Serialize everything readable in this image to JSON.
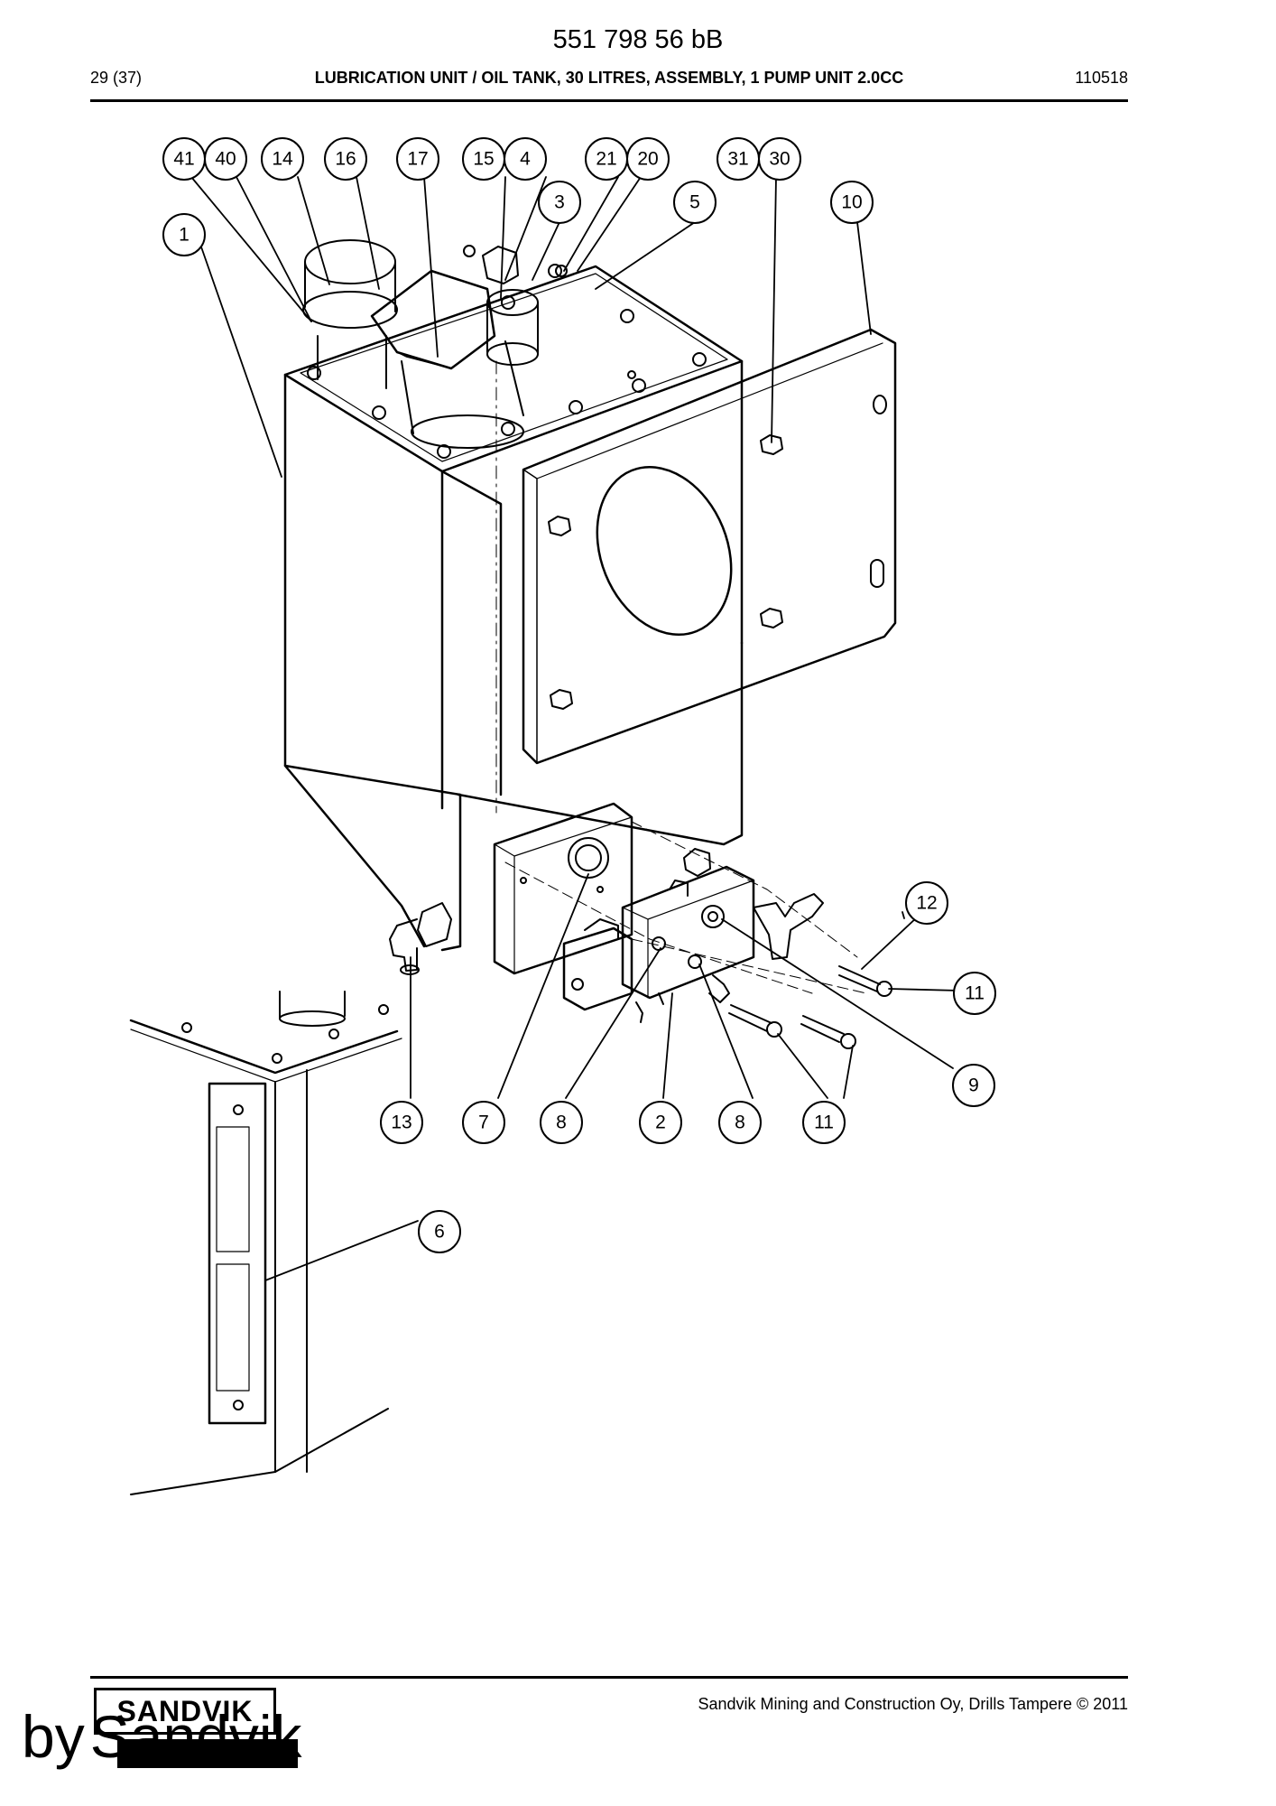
{
  "header": {
    "doc_number": "551 798 56 bB",
    "page": "29 (37)",
    "title": "LUBRICATION UNIT / OIL TANK, 30 LITRES, ASSEMBLY, 1 PUMP UNIT 2.0CC",
    "date_code": "110518"
  },
  "callouts": {
    "c41": "41",
    "c40": "40",
    "c14": "14",
    "c16": "16",
    "c17": "17",
    "c15": "15",
    "c4": "4",
    "c3": "3",
    "c21": "21",
    "c20": "20",
    "c5": "5",
    "c31": "31",
    "c30": "30",
    "c10": "10",
    "c1": "1",
    "c12": "12",
    "c11a": "11",
    "c9": "9",
    "c13": "13",
    "c7": "7",
    "c8a": "8",
    "c2": "2",
    "c8b": "8",
    "c11b": "11",
    "c6": "6"
  },
  "footer": {
    "company": "Sandvik Mining and Construction Oy, Drills Tampere © 2011",
    "logo": "SANDVIK"
  },
  "watermark": {
    "prefix": "by",
    "brand": "Sandvik"
  }
}
